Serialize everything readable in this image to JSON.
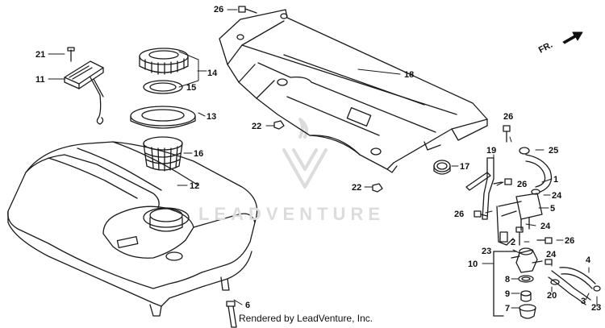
{
  "callouts": {
    "c1": "1",
    "c2": "2",
    "c3": "3",
    "c4": "4",
    "c5": "5",
    "c6": "6",
    "c7": "7",
    "c8": "8",
    "c9": "9",
    "c10": "10",
    "c11": "11",
    "c12": "12",
    "c13": "13",
    "c14": "14",
    "c15": "15",
    "c16": "16",
    "c17": "17",
    "c18": "18",
    "c19": "19",
    "c20": "20",
    "c21": "21",
    "c22a": "22",
    "c22b": "22",
    "c23a": "23",
    "c23b": "23",
    "c24a": "24",
    "c24b": "24",
    "c24c": "24",
    "c25": "25",
    "c26a": "26",
    "c26b": "26",
    "c26c": "26",
    "c26d": "26",
    "c26e": "26"
  },
  "direction_label": "FR.",
  "watermark": "LEADVENTURE",
  "footer": "Rendered by LeadVenture, Inc.",
  "colors": {
    "line": "#1a1a1a",
    "watermark": "#dcdcdc",
    "background": "#ffffff"
  }
}
